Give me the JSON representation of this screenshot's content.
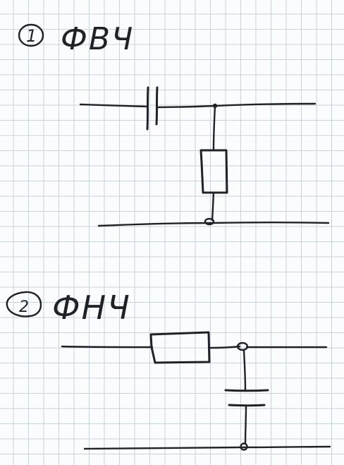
{
  "sections": [
    {
      "number": "1",
      "title": "ФВЧ",
      "components": [
        "capacitor",
        "resistor"
      ]
    },
    {
      "number": "2",
      "title": "ФНЧ",
      "components": [
        "resistor",
        "capacitor"
      ]
    }
  ],
  "colors": {
    "ink": "#1f2328",
    "grid": "#c9d2dc",
    "paper": "#fbfcfd"
  }
}
